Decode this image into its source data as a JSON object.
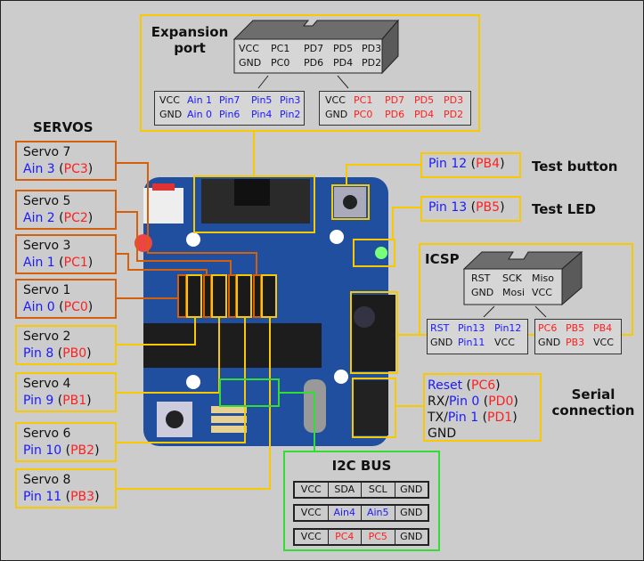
{
  "servos_title": "SERVOS",
  "servos": [
    {
      "name": "Servo 7",
      "alias": "Ain 3",
      "port": "PC3",
      "group": "orange"
    },
    {
      "name": "Servo 5",
      "alias": "Ain 2",
      "port": "PC2",
      "group": "orange"
    },
    {
      "name": "Servo 3",
      "alias": "Ain 1",
      "port": "PC1",
      "group": "orange"
    },
    {
      "name": "Servo 1",
      "alias": "Ain 0",
      "port": "PC0",
      "group": "orange"
    },
    {
      "name": "Servo 2",
      "alias": "Pin 8",
      "port": "PB0",
      "group": "yellow"
    },
    {
      "name": "Servo 4",
      "alias": "Pin 9",
      "port": "PB1",
      "group": "yellow"
    },
    {
      "name": "Servo 6",
      "alias": "Pin 10",
      "port": "PB2",
      "group": "yellow"
    },
    {
      "name": "Servo 8",
      "alias": "Pin 11",
      "port": "PB3",
      "group": "yellow"
    }
  ],
  "expansion": {
    "title_line1": "Expansion",
    "title_line2": "port",
    "connector": [
      [
        "VCC",
        "PC1",
        "PD7",
        "PD5",
        "PD3"
      ],
      [
        "GND",
        "PC0",
        "PD6",
        "PD4",
        "PD2"
      ]
    ],
    "arduino": [
      [
        "VCC",
        "Ain 1",
        "Pin7",
        "Pin5",
        "Pin3"
      ],
      [
        "GND",
        "Ain 0",
        "Pin6",
        "Pin4",
        "Pin2"
      ]
    ],
    "avr": [
      [
        "VCC",
        "PC1",
        "PD7",
        "PD5",
        "PD3"
      ],
      [
        "GND",
        "PC0",
        "PD6",
        "PD4",
        "PD2"
      ]
    ]
  },
  "test_button": {
    "alias": "Pin 12",
    "port": "PB4",
    "title": "Test button"
  },
  "test_led": {
    "alias": "Pin 13",
    "port": "PB5",
    "title": "Test LED"
  },
  "icsp": {
    "title": "ICSP",
    "connector": [
      [
        "RST",
        "SCK",
        "Miso"
      ],
      [
        "GND",
        "Mosi",
        "VCC"
      ]
    ],
    "arduino": [
      [
        "RST",
        "Pin13",
        "Pin12"
      ],
      [
        "GND",
        "Pin11",
        "VCC"
      ]
    ],
    "avr": [
      [
        "PC6",
        "PB5",
        "PB4"
      ],
      [
        "GND",
        "PB3",
        "VCC"
      ]
    ]
  },
  "serial": {
    "title_line1": "Serial",
    "title_line2": "connection",
    "reset_label": "Reset",
    "reset_port": "PC6",
    "rx_prefix": "RX/",
    "rx_alias": "Pin 0",
    "rx_port": "PD0",
    "tx_prefix": "TX/",
    "tx_alias": "Pin 1",
    "tx_port": "PD1",
    "gnd": "GND"
  },
  "i2c": {
    "title": "I2C BUS",
    "rows": [
      {
        "color": "black",
        "cells": [
          "VCC",
          "SDA",
          "SCL",
          "GND"
        ]
      },
      {
        "color": "blue",
        "cells": [
          "VCC",
          "Ain4",
          "Ain5",
          "GND"
        ]
      },
      {
        "color": "red",
        "cells": [
          "VCC",
          "PC4",
          "PC5",
          "GND"
        ]
      }
    ]
  },
  "colors": {
    "orange": "#d4600c",
    "yellow": "#f8c800",
    "green": "#33dd33",
    "arduino": "#1a1aff",
    "avr": "#ff2020",
    "board": "#1f4f9e"
  }
}
